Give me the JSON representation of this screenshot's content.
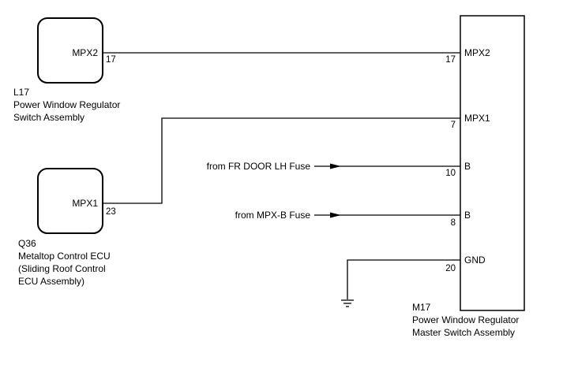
{
  "components": {
    "l17": {
      "pin_name": "MPX2",
      "pin_number": "17",
      "caption": [
        "L17",
        "Power Window Regulator",
        "Switch Assembly"
      ]
    },
    "q36": {
      "pin_name": "MPX1",
      "pin_number": "23",
      "caption": [
        "Q36",
        "Metaltop Control ECU",
        "(Sliding Roof Control",
        "ECU Assembly)"
      ]
    },
    "m17": {
      "caption": [
        "M17",
        "Power Window Regulator",
        "Master Switch Assembly"
      ],
      "pins": [
        {
          "name": "MPX2",
          "number": "17"
        },
        {
          "name": "MPX1",
          "number": "7"
        },
        {
          "name": "B",
          "number": "10"
        },
        {
          "name": "B",
          "number": "8"
        },
        {
          "name": "GND",
          "number": "20"
        }
      ]
    }
  },
  "sources": [
    {
      "label": "from FR DOOR LH Fuse"
    },
    {
      "label": "from MPX-B Fuse"
    }
  ]
}
